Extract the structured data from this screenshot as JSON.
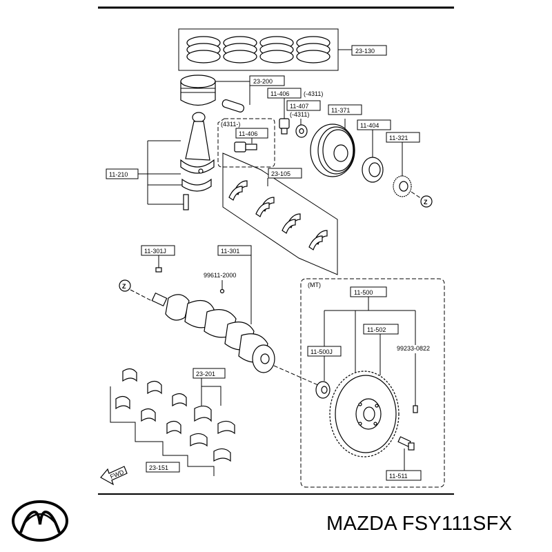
{
  "callouts": {
    "c23130": "23-130",
    "c23200": "23-200",
    "c11406a": "11-406",
    "c11406a_note": "(-4311)",
    "c11407": "11-407",
    "c11407_note": "(-4311)",
    "c4311": "(4311-)",
    "c11406b": "11-406",
    "c11371": "11-371",
    "c11404": "11-404",
    "c11321": "11-321",
    "c11210": "11-210",
    "c23105": "23-105",
    "c11301j": "11-301J",
    "c11301": "11-301",
    "c99611": "99611-2000",
    "mt": "(MT)",
    "c11500": "11-500",
    "c11502": "11-502",
    "c11500j": "11-500J",
    "c99233": "99233-0822",
    "c23201": "23-201",
    "c23151": "23-151",
    "c11511": "11-511",
    "z": "Z",
    "fwd": "FWD"
  },
  "brand": {
    "logo_icon": "mazda-logo",
    "caption": "MAZDA FSY111SFX"
  }
}
